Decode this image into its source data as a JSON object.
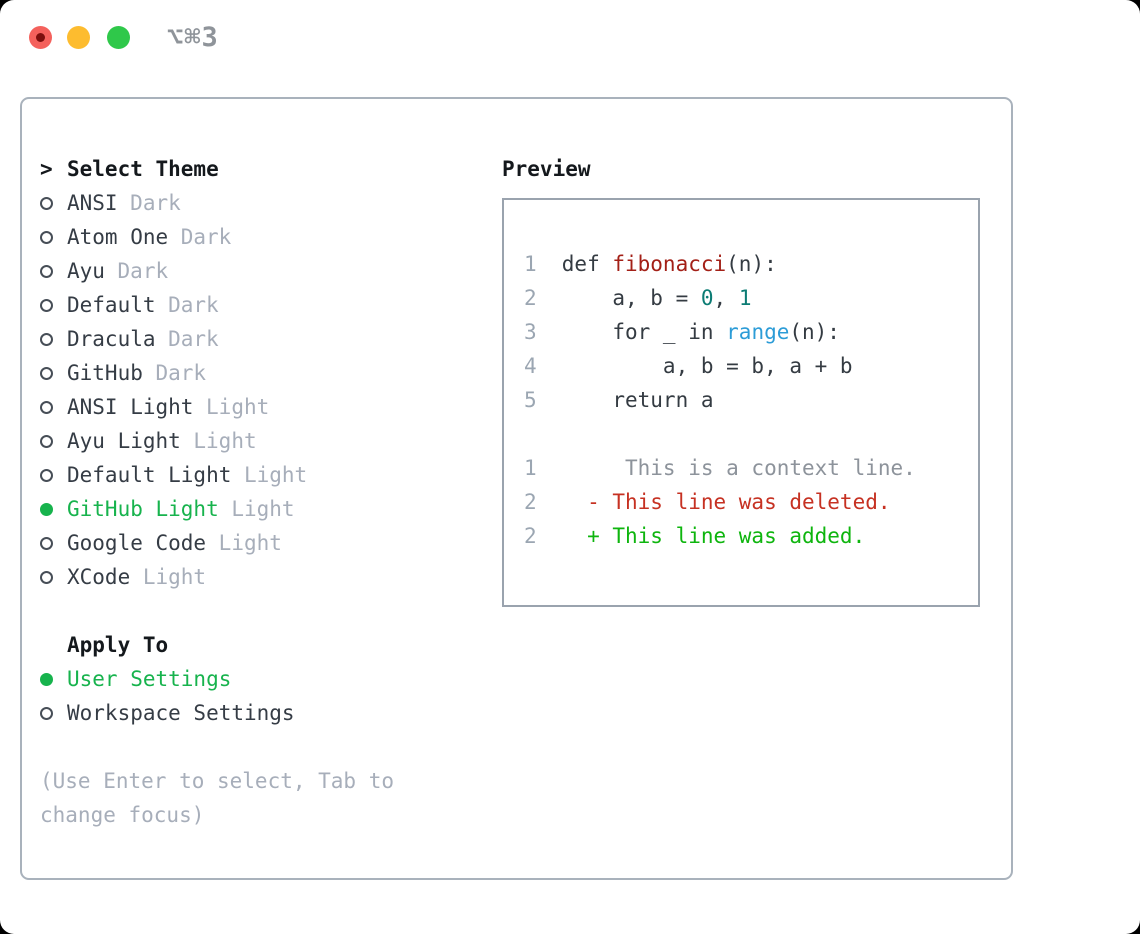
{
  "window": {
    "title": "⌥⌘3",
    "buttons": {
      "close": "close",
      "minimize": "minimize",
      "zoom": "zoom"
    }
  },
  "selector": {
    "prompt": ">",
    "title": "Select Theme",
    "themes": [
      {
        "name": "ANSI",
        "tag": "Dark",
        "selected": false
      },
      {
        "name": "Atom One",
        "tag": "Dark",
        "selected": false
      },
      {
        "name": "Ayu",
        "tag": "Dark",
        "selected": false
      },
      {
        "name": "Default",
        "tag": "Dark",
        "selected": false
      },
      {
        "name": "Dracula",
        "tag": "Dark",
        "selected": false
      },
      {
        "name": "GitHub",
        "tag": "Dark",
        "selected": false
      },
      {
        "name": "ANSI Light",
        "tag": "Light",
        "selected": false
      },
      {
        "name": "Ayu Light",
        "tag": "Light",
        "selected": false
      },
      {
        "name": "Default Light",
        "tag": "Light",
        "selected": false
      },
      {
        "name": "GitHub Light",
        "tag": "Light",
        "selected": true
      },
      {
        "name": "Google Code",
        "tag": "Light",
        "selected": false
      },
      {
        "name": "XCode",
        "tag": "Light",
        "selected": false
      }
    ],
    "apply_to": {
      "title": "Apply To",
      "options": [
        {
          "name": "User Settings",
          "selected": true
        },
        {
          "name": "Workspace Settings",
          "selected": false
        }
      ]
    },
    "hint": "(Use Enter to select, Tab to change focus)"
  },
  "preview": {
    "title": "Preview",
    "lines": [
      {
        "num": "1",
        "segments": [
          {
            "t": "def ",
            "c": "code"
          },
          {
            "t": "fibonacci",
            "c": "func"
          },
          {
            "t": "(n):",
            "c": "code"
          }
        ]
      },
      {
        "num": "2",
        "segments": [
          {
            "t": "    a, b = ",
            "c": "code"
          },
          {
            "t": "0",
            "c": "num"
          },
          {
            "t": ", ",
            "c": "code"
          },
          {
            "t": "1",
            "c": "num"
          }
        ]
      },
      {
        "num": "3",
        "segments": [
          {
            "t": "    for _ in ",
            "c": "code"
          },
          {
            "t": "range",
            "c": "builtin"
          },
          {
            "t": "(n):",
            "c": "code"
          }
        ]
      },
      {
        "num": "4",
        "segments": [
          {
            "t": "        a, b = b, a + b",
            "c": "code"
          }
        ]
      },
      {
        "num": "5",
        "segments": [
          {
            "t": "    return a",
            "c": "code"
          }
        ]
      },
      {
        "num": "",
        "segments": []
      },
      {
        "num": "1",
        "segments": [
          {
            "t": "     This is a context line.",
            "c": "context"
          }
        ]
      },
      {
        "num": "2",
        "segments": [
          {
            "t": "  - This line was deleted.",
            "c": "deleted"
          }
        ]
      },
      {
        "num": "2",
        "segments": [
          {
            "t": "  + This line was added.",
            "c": "added"
          }
        ]
      }
    ]
  },
  "colors": {
    "selection_green": "#17b34d",
    "added_green": "#0eb50e",
    "deleted_red": "#c63122",
    "function_red": "#a32017",
    "number_teal": "#0c7c74",
    "builtin_blue": "#2c9cd7",
    "muted_gray": "#a7aeba",
    "context_gray": "#8d939b",
    "line_number_gray": "#9ba6b2",
    "code_dark": "#343b42",
    "panel_border": "#a9b2bc",
    "preview_border": "#9aa3ae",
    "traffic_red": "#f4615c",
    "traffic_yellow": "#fdbc2f",
    "traffic_green": "#2fc84a"
  }
}
